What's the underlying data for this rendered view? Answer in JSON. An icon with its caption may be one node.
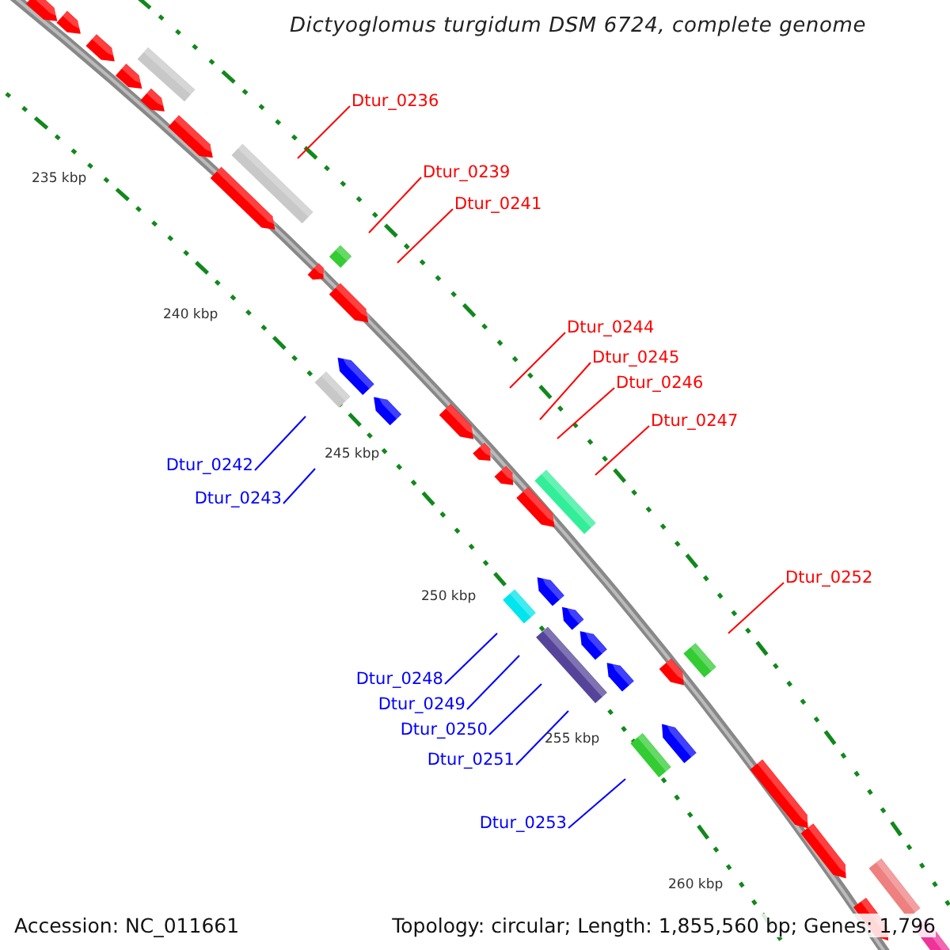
{
  "diagram": {
    "title": "Dictyoglomus turgidum DSM 6724, complete genome",
    "nodes": [
      {
        "text": [
          "Dtur_0236"
        ]
      },
      {
        "text": [
          "Dtur_0239"
        ]
      },
      {
        "text": [
          "Dtur_0241"
        ]
      },
      {
        "text": [
          "Dtur_0244"
        ]
      },
      {
        "text": [
          "Dtur_0245"
        ]
      },
      {
        "text": [
          "Dtur_0246"
        ]
      },
      {
        "text": [
          "Dtur_0247"
        ]
      },
      {
        "text": [
          "Dtur_0242"
        ]
      },
      {
        "text": [
          "Dtur_0243"
        ]
      },
      {
        "text": [
          "Dtur_0248"
        ]
      },
      {
        "text": [
          "Dtur_0249"
        ]
      },
      {
        "text": [
          "Dtur_0250"
        ]
      },
      {
        "text": [
          "Dtur_0251"
        ]
      },
      {
        "text": [
          "Dtur_0252"
        ]
      },
      {
        "text": [
          "Dtur_0253"
        ]
      }
    ],
    "edges": [
      {
        "from": 0,
        "to": null,
        "arrow": "none"
      },
      {
        "from": 1,
        "to": null,
        "arrow": "none"
      },
      {
        "from": 2,
        "to": null,
        "arrow": "none"
      },
      {
        "from": 3,
        "to": null,
        "arrow": "none"
      },
      {
        "from": 4,
        "to": null,
        "arrow": "none"
      },
      {
        "from": 5,
        "to": null,
        "arrow": "none"
      },
      {
        "from": 6,
        "to": null,
        "arrow": "none"
      },
      {
        "from": 7,
        "to": null,
        "arrow": "none",
        "color": "#0000ff"
      },
      {
        "from": 8,
        "to": null,
        "arrow": "none",
        "color": "#0000ff"
      },
      {
        "from": 9,
        "to": null,
        "arrow": "none",
        "color": "#0000ff"
      },
      {
        "from": 10,
        "to": null,
        "arrow": "none",
        "color": "#0000ff"
      },
      {
        "from": 11,
        "to": null,
        "arrow": "none",
        "color": "#0000ff"
      },
      {
        "from": 12,
        "to": null,
        "arrow": "none",
        "color": "#0000ff"
      },
      {
        "from": 13,
        "to": null,
        "arrow": "none"
      },
      {
        "from": 14,
        "to": null,
        "arrow": "none",
        "color": "#0000ff"
      }
    ],
    "labels": [
      "235 kbp",
      "240 kbp",
      "245 kbp",
      "250 kbp",
      "255 kbp",
      "260 kbp",
      "Accession: NC_011661",
      "Topology: circular; Length: 1,855,560 bp; Genes: 1,796"
    ]
  }
}
